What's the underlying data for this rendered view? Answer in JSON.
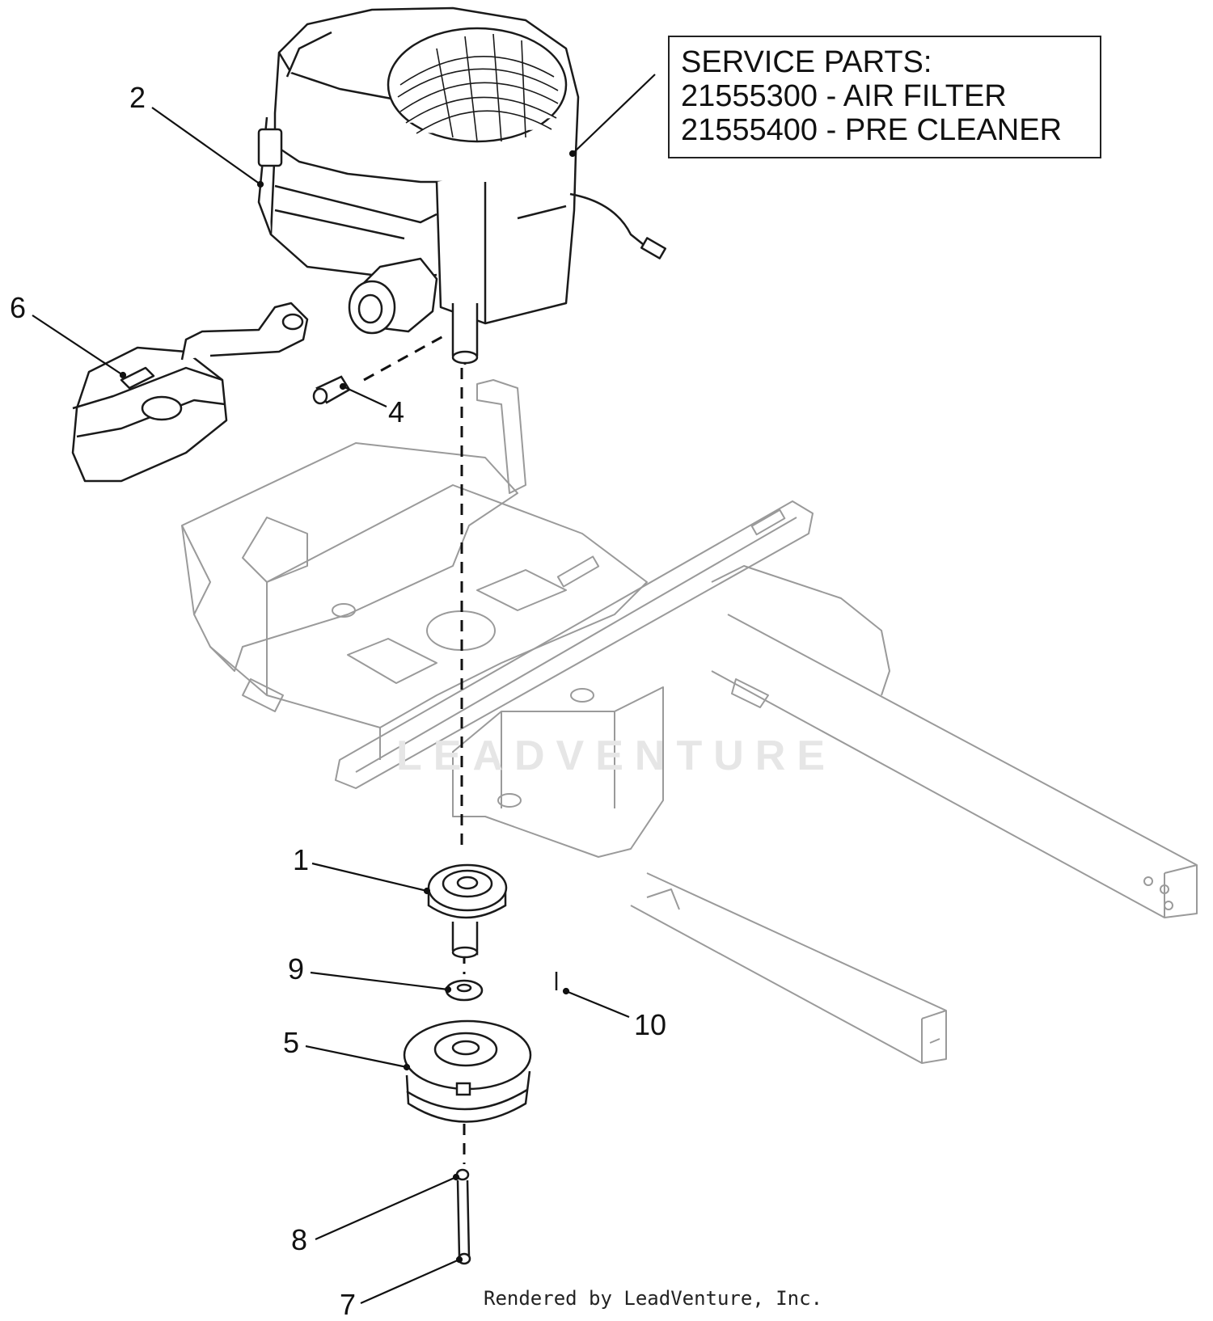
{
  "service_parts": {
    "title": "SERVICE PARTS:",
    "lines": [
      "21555300 - AIR FILTER",
      "21555400 - PRE CLEANER"
    ]
  },
  "callouts": {
    "c1": "1",
    "c2": "2",
    "c4": "4",
    "c5": "5",
    "c6": "6",
    "c7": "7",
    "c8": "8",
    "c9": "9",
    "c10": "10"
  },
  "watermark": "LEADVENTURE",
  "footer": "Rendered by LeadVenture, Inc.",
  "colors": {
    "line": "#1a1a1a",
    "frame": "#9a9a9a",
    "watermark": "#e6e6e6"
  }
}
